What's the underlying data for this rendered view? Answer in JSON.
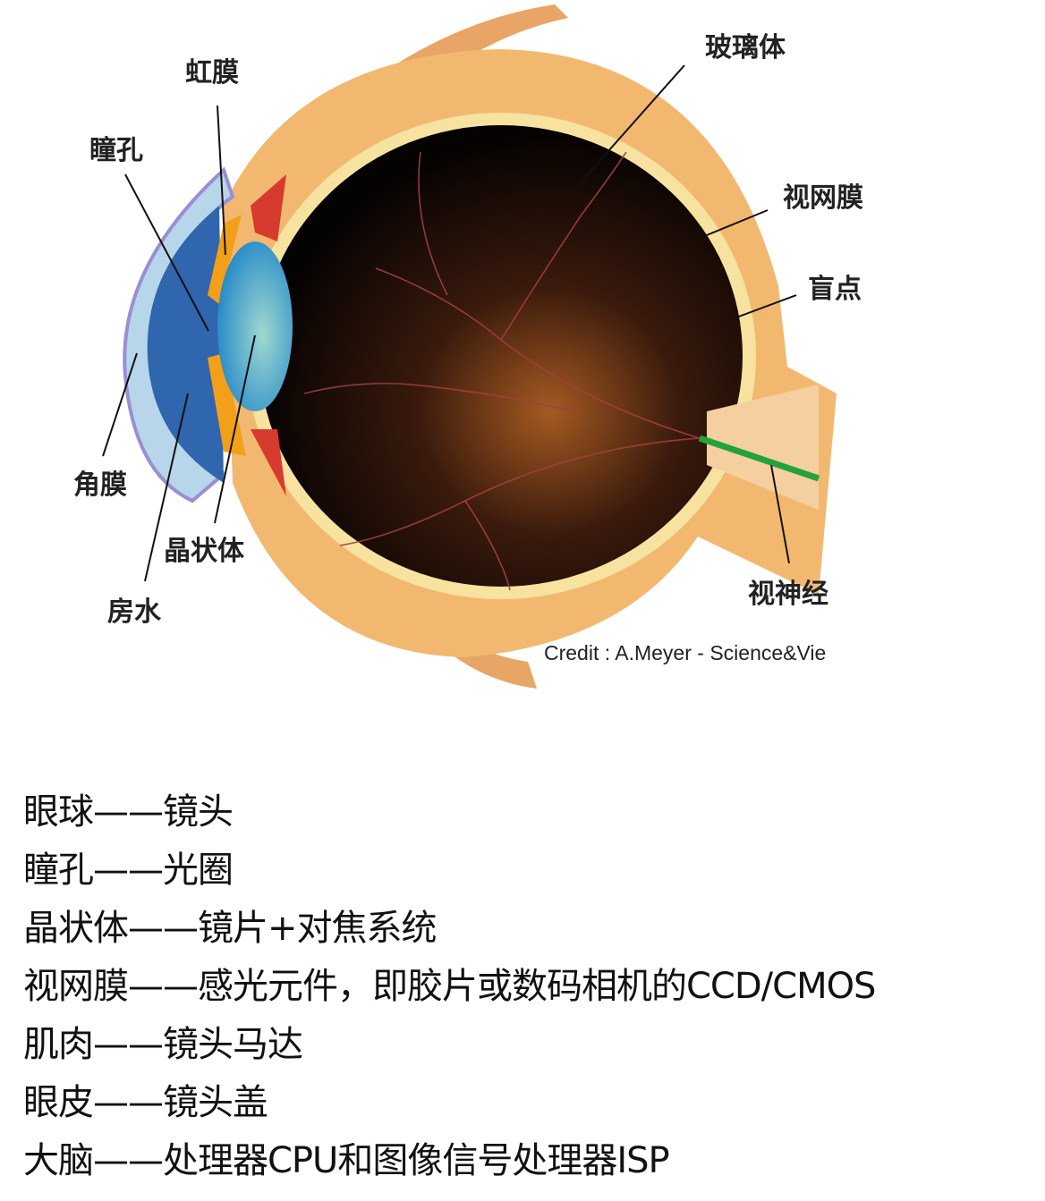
{
  "diagram": {
    "labels": {
      "iris": "虹膜",
      "pupil": "瞳孔",
      "vitreous": "玻璃体",
      "retina": "视网膜",
      "blind_spot": "盲点",
      "cornea": "角膜",
      "lens": "晶状体",
      "aqueous": "房水",
      "optic_nerve": "视神经"
    },
    "credit": "Credit : A.Meyer - Science&Vie"
  },
  "analogies": [
    "眼球——镜头",
    "瞳孔——光圈",
    "晶状体——镜片+对焦系统",
    "视网膜——感光元件，即胶片或数码相机的CCD/CMOS",
    "肌肉——镜头马达",
    "眼皮——镜头盖",
    "大脑——处理器CPU和图像信号处理器ISP"
  ],
  "colors": {
    "sclera": "#f3b870",
    "interior": "#0a0403",
    "cornea": "#b8d6ea",
    "iris": "#f2a01a",
    "lens": "#4aa8d8",
    "nerve": "#22a23a"
  }
}
